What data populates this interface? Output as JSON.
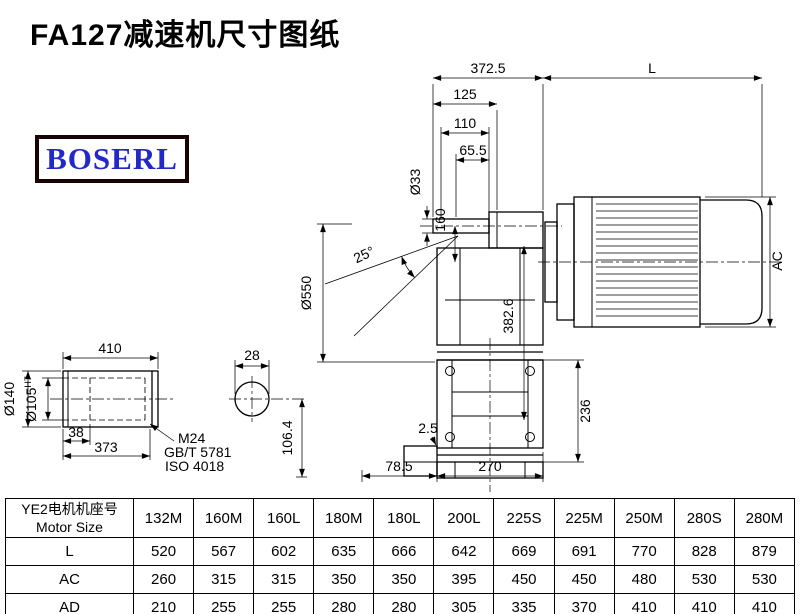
{
  "page": {
    "title": "FA127减速机尺寸图纸"
  },
  "logo": {
    "text": "BOSERL"
  },
  "drawing": {
    "dims": {
      "d3725": "372.5",
      "dL": "L",
      "d125": "125",
      "d110": "110",
      "d655": "65.5",
      "d33": "Ø33",
      "d160": "160",
      "d25deg": "25°",
      "d550": "Ø550",
      "d3826": "382.6",
      "dAC": "AC",
      "d236": "236",
      "d25": "2.5",
      "d785": "78.5",
      "d270": "270",
      "d410": "410",
      "d140": "Ø140",
      "d105": "Ø105",
      "d105sup": "H7",
      "d38": "38",
      "d373": "373",
      "d28": "28",
      "d1064": "106.4",
      "m24": "M24",
      "gbt": "GB/T 5781",
      "iso": "ISO 4018"
    }
  },
  "table": {
    "header": {
      "col0_line1": "YE2电机机座号",
      "col0_line2": "Motor Size",
      "sizes": [
        "132M",
        "160M",
        "160L",
        "180M",
        "180L",
        "200L",
        "225S",
        "225M",
        "250M",
        "280S",
        "280M"
      ]
    },
    "rows": [
      {
        "label": "L",
        "values": [
          "520",
          "567",
          "602",
          "635",
          "666",
          "642",
          "669",
          "691",
          "770",
          "828",
          "879"
        ]
      },
      {
        "label": "AC",
        "values": [
          "260",
          "315",
          "315",
          "350",
          "350",
          "395",
          "450",
          "450",
          "480",
          "530",
          "530"
        ]
      },
      {
        "label": "AD",
        "values": [
          "210",
          "255",
          "255",
          "280",
          "280",
          "305",
          "335",
          "370",
          "410",
          "410",
          "410"
        ]
      }
    ]
  }
}
